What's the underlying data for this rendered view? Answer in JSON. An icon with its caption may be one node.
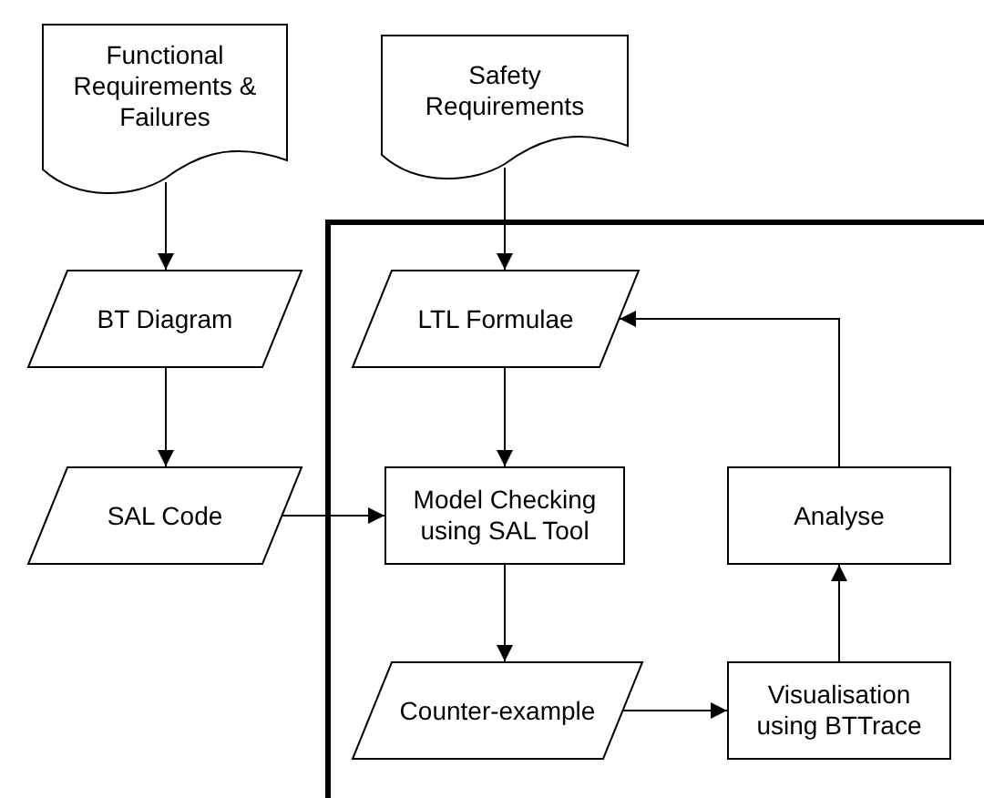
{
  "diagram": {
    "nodes": [
      {
        "text": [
          "Functional Requirements & Failures"
        ]
      },
      {
        "text": [
          "Safety Requirements"
        ]
      },
      {
        "text": [
          "BT Diagram"
        ]
      },
      {
        "text": [
          "LTL Formulae"
        ]
      },
      {
        "text": [
          "SAL Code"
        ]
      },
      {
        "text": [
          "Model Checking using SAL Tool"
        ]
      },
      {
        "text": [
          "Analyse"
        ]
      },
      {
        "text": [
          "Counter-example"
        ]
      },
      {
        "text": [
          "Visualisation using BTTrace"
        ]
      }
    ],
    "edges": [
      {
        "from": 0,
        "to": 2,
        "arrow": "to"
      },
      {
        "from": 1,
        "to": 3,
        "arrow": "to"
      },
      {
        "from": 2,
        "to": 4,
        "arrow": "to"
      },
      {
        "from": 3,
        "to": 5,
        "arrow": "to"
      },
      {
        "from": 4,
        "to": 5,
        "arrow": "to"
      },
      {
        "from": 5,
        "to": 7,
        "arrow": "to"
      },
      {
        "from": 7,
        "to": 8,
        "arrow": "to"
      },
      {
        "from": 8,
        "to": 6,
        "arrow": "to"
      },
      {
        "from": 6,
        "to": 3,
        "arrow": "to"
      }
    ]
  }
}
